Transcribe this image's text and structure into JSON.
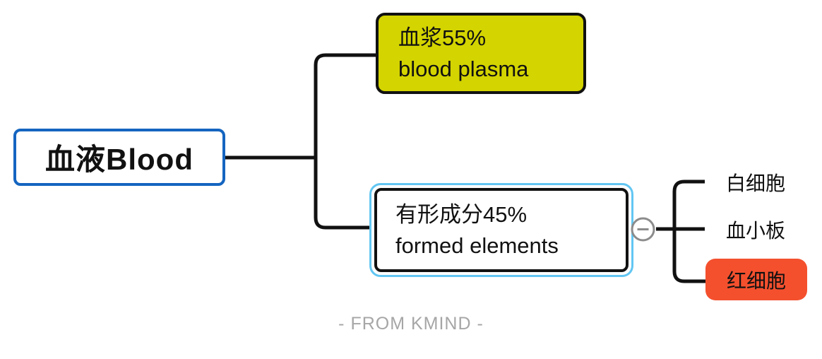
{
  "app": {
    "watermark": "- FROM KMIND -"
  },
  "mindmap": {
    "root": {
      "label": "血液Blood"
    },
    "branches": [
      {
        "id": "blood-plasma",
        "label_zh": "血浆55%",
        "label_en": "blood plasma"
      },
      {
        "id": "formed-elements",
        "label_zh": "有形成分45%",
        "label_en": "formed elements",
        "selected": true,
        "collapse_icon": "minus-circle-icon",
        "children": [
          {
            "label": "白细胞"
          },
          {
            "label": "血小板"
          },
          {
            "label": "红细胞",
            "highlighted": true
          }
        ]
      }
    ]
  },
  "colors": {
    "root-border": "#1565C0",
    "plasma-bg": "#D4D400",
    "rbc-bg": "#F4502E",
    "selection-blue": "#62C6F2",
    "line-color": "#111111",
    "collapse-gray": "#8C8C8C",
    "watermark-gray": "#A6A6A6"
  }
}
